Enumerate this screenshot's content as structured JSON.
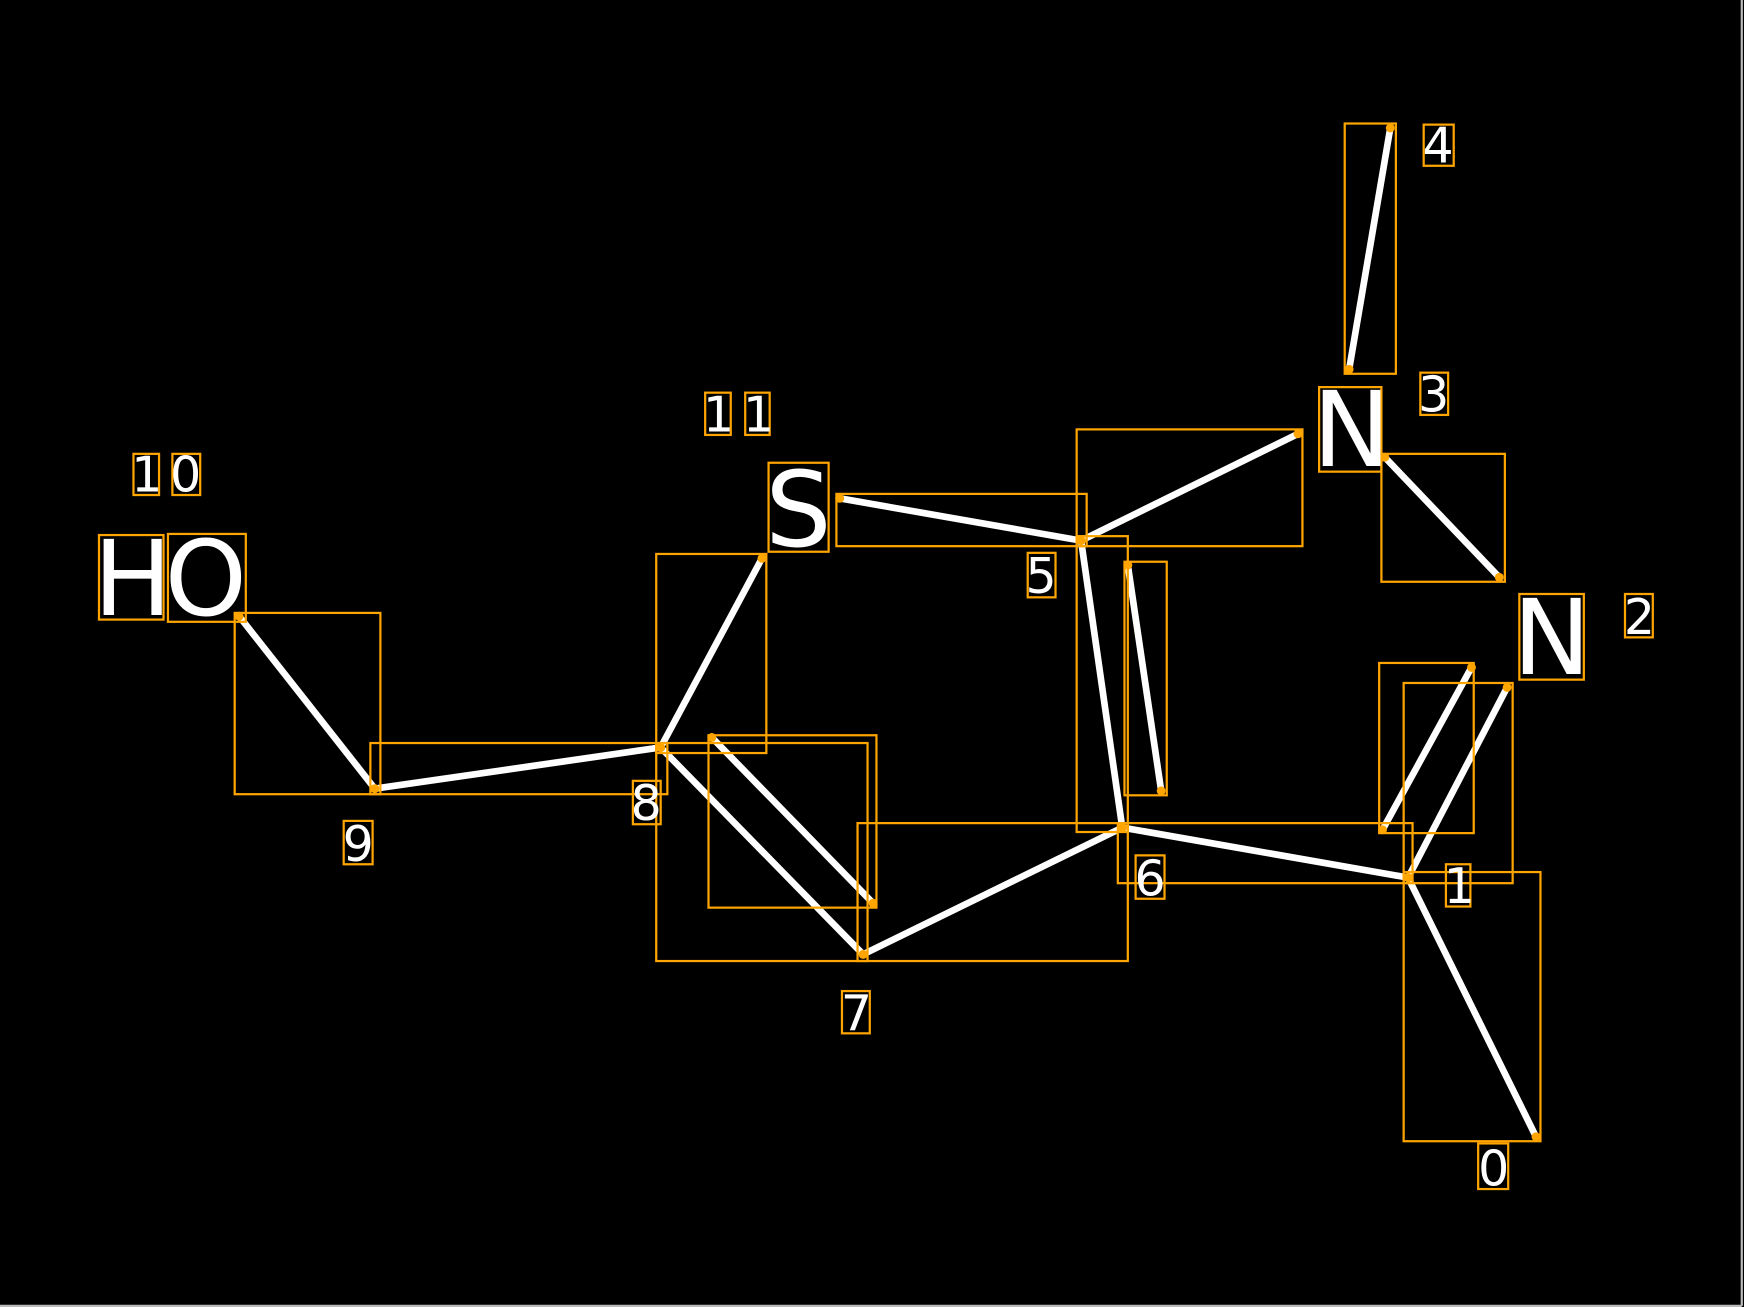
{
  "diagram": {
    "type": "molecule-structure-annotation",
    "atoms": {
      "H": "H",
      "O": "O",
      "S": "S",
      "N3": "N",
      "N2": "N"
    },
    "indices": [
      "0",
      "1",
      "2",
      "3",
      "4",
      "5",
      "6",
      "7",
      "8",
      "9",
      "1",
      "0",
      "1",
      "1"
    ],
    "colors": {
      "background": "#000000",
      "bond": "#FFFFFF",
      "box": "#FFA500"
    }
  }
}
